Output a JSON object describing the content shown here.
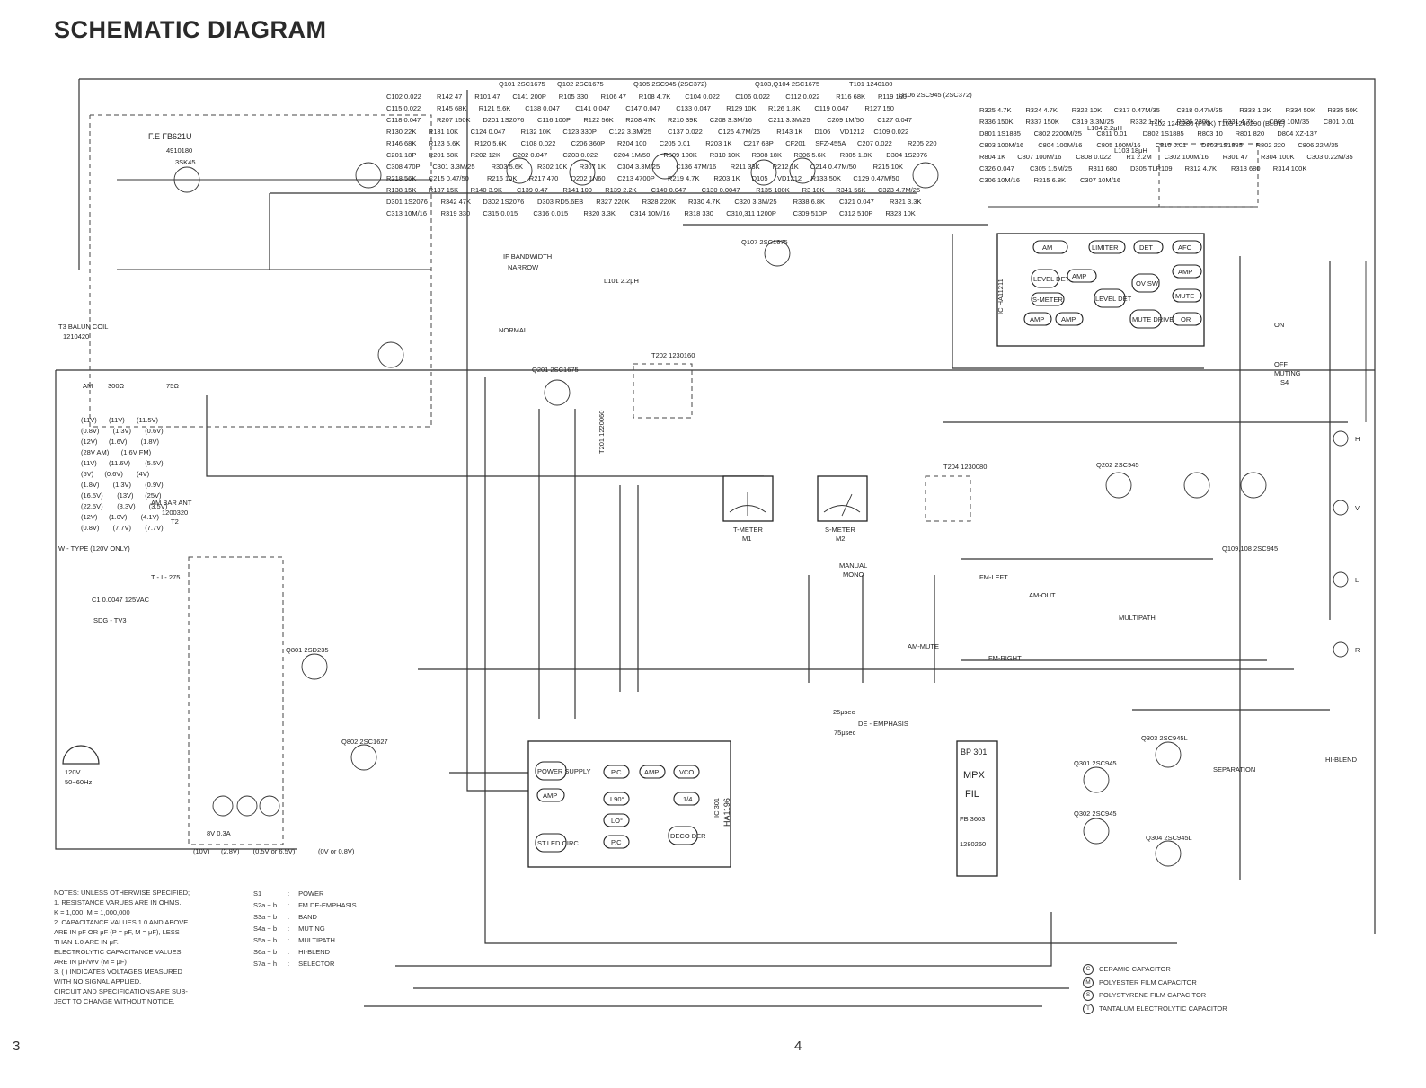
{
  "title": "SCHEMATIC DIAGRAM",
  "page_numbers": {
    "left": "3",
    "right": "4"
  },
  "sections": {
    "fe": [
      "F.E FB621U",
      "4910180",
      "3SK45"
    ],
    "balun": [
      "T3 BALUN COIL",
      "1210420"
    ],
    "antenna": [
      "AM",
      "300Ω",
      "75Ω"
    ],
    "am_bar": [
      "AM BAR ANT",
      "1200320",
      "T2"
    ],
    "power": [
      "W - TYPE (120V ONLY)",
      "T - I - 275",
      "120V",
      "50~60Hz",
      "SDG - TV3",
      "C1 0.0047 125VAC",
      "8V 0.3A"
    ],
    "if": [
      "IF BANDWIDTH",
      "NARROW",
      "NORMAL"
    ],
    "meters": [
      "T-METER",
      "M1",
      "S-METER",
      "M2",
      "MANUAL",
      "MONO",
      "AM-MUTE",
      "FM-LEFT",
      "AM-OUT",
      "FM-RIGHT",
      "MULTIPATH",
      "DE - EMPHASIS",
      "25μsec",
      "75μsec",
      "SEPARATION",
      "HI-BLEND",
      "MUTING",
      "S4",
      "OFF",
      "ON",
      "H",
      "V",
      "L",
      "R"
    ]
  },
  "blocks": {
    "ha11211": [
      "AM",
      "LIMITER",
      "DET",
      "AFC",
      "LEVEL DET",
      "AMP",
      "OV SW",
      "AMP",
      "S-METER",
      "LEVEL DET",
      "MUTE",
      "AMP",
      "AMP",
      "MUTE DRIVE",
      "OR"
    ],
    "ha11211_label": "IC HA11211",
    "ha1196": [
      "POWER SUPPLY",
      "AMP",
      "P.C",
      "AMP",
      "VCO",
      "L90°",
      "1/4",
      "LO°",
      "ST.LED CIRC",
      "P.C",
      "DECO DER"
    ],
    "ha1196_label": "HA1196",
    "ha1196_ic": "IC 301",
    "mpx": [
      "BP 301",
      "MPX",
      "FIL",
      "FB 3603",
      "1280260"
    ]
  },
  "transistors": [
    "Q101 2SC1675",
    "Q102 2SC1675",
    "Q105 2SC945 (2SC372)",
    "Q103,Q104 2SC1675",
    "T101 1240180",
    "Q106 2SC945 (2SC372)",
    "Q107 2SC1675",
    "Q201 2SC1675",
    "Q202 2SC945",
    "Q109,108 2SC945",
    "Q801 2SD235",
    "Q802 2SC1627",
    "Q301 2SC945",
    "Q302 2SC945",
    "Q303 2SC945L",
    "Q304 2SC945L"
  ],
  "coils": [
    "T102 1240280 (PINK)",
    "T103 1240290 (BLUE)",
    "T202 1230160",
    "T201 1220060",
    "T204 1230080",
    "L101 2.2μH",
    "L103 18μH",
    "L104 2.2μH"
  ],
  "components": [
    "C102 0.022",
    "R142 47",
    "R101 47",
    "C141 200P",
    "R105 330",
    "R106 47",
    "R108 4.7K",
    "C104 0.022",
    "C106 0.022",
    "C112 0.022",
    "R116 68K",
    "R119 100",
    "C115 0.022",
    "R145 68K",
    "R121 5.6K",
    "C138 0.047",
    "C141 0.047",
    "C147 0.047",
    "C133 0.047",
    "R129 10K",
    "R126 1.8K",
    "C119 0.047",
    "R127 150",
    "C118 0.047",
    "R207 150K",
    "D201 1S2076",
    "C116 100P",
    "R122 56K",
    "R208 47K",
    "R210 39K",
    "C208 3.3M/16",
    "C211 3.3M/25",
    "C209 1M/50",
    "C127 0.047",
    "R130 22K",
    "R131 10K",
    "C124 0.047",
    "R132 10K",
    "C123 330P",
    "C122 3.3M/25",
    "C137 0.022",
    "C126 4.7M/25",
    "R143 1K",
    "D106",
    "VD1212",
    "C109 0.022",
    "R146 68K",
    "R123 5.6K",
    "R120 5.6K",
    "C108 0.022",
    "C206 360P",
    "R204 100",
    "C205 0.01",
    "R203 1K",
    "C217 68P",
    "CF201",
    "SFZ-455A",
    "C207 0.022",
    "R205 220",
    "C201 18P",
    "R201 68K",
    "R202 12K",
    "C202 0.047",
    "C203 0.022",
    "C204 1M/50",
    "R309 100K",
    "R310 10K",
    "R308 18K",
    "R306 5.6K",
    "R305 1.8K",
    "D304 1S2076",
    "C308 470P",
    "C301 3.3M/25",
    "R303 5.6K",
    "R302 10K",
    "R307 1K",
    "C304 3.3M/25",
    "C136 47M/16",
    "R211 33K",
    "R212 1K",
    "C214 0.47M/50",
    "R215 10K",
    "R218 56K",
    "C215 0.47/50",
    "R216 10K",
    "R217 470",
    "D202 1N60",
    "C213 4700P",
    "R219 4.7K",
    "R203 1K",
    "D105",
    "VD1212",
    "R133 50K",
    "C129 0.47M/50",
    "R138 15K",
    "R137 15K",
    "R140 3.9K",
    "C139 0.47",
    "R141 100",
    "R139 2.2K",
    "C140 0.047",
    "C130 0.0047",
    "R135 100K",
    "R3 10K",
    "R341 56K",
    "C323 4.7M/25",
    "D301 1S2076",
    "R342 47K",
    "D302 1S2076",
    "D303 RD5.6EB",
    "R327 220K",
    "R328 220K",
    "R330 4.7K",
    "C320 3.3M/25",
    "R338 6.8K",
    "C321 0.047",
    "R321 3.3K",
    "C313 10M/16",
    "R319 330",
    "C315 0.015",
    "C316 0.015",
    "R320 3.3K",
    "C314 10M/16",
    "R318 330",
    "C310,311 1200P",
    "C309 510P",
    "C312 510P",
    "R323 10K",
    "R325 4.7K",
    "R324 4.7K",
    "R322 10K",
    "C317 0.47M/35",
    "C318 0.47M/35",
    "R333 1.2K",
    "R334 50K",
    "R335 50K",
    "R336 150K",
    "R337 150K",
    "C319 3.3M/25",
    "R332 1.2K",
    "R326 220K",
    "R331 4.7K",
    "C809 10M/35",
    "C801 0.01",
    "D801 1S1885",
    "C802 2200M/25",
    "C811 0.01",
    "D802 1S1885",
    "R803 10",
    "R801 820",
    "D804 XZ-137",
    "C803 100M/16",
    "C804 100M/16",
    "C805 100M/16",
    "C810 0.01",
    "D803 1S1885",
    "R802 220",
    "C806 22M/35",
    "R804 1K",
    "C807 100M/16",
    "C808 0.022",
    "R1 2.2M",
    "C302 100M/16",
    "R301 47",
    "R304 100K",
    "C303 0.22M/35",
    "C326 0.047",
    "C305 1.5M/25",
    "R311 680",
    "D305 TLR109",
    "R312 4.7K",
    "R313 680",
    "R314 100K",
    "C306 10M/16",
    "R315 6.8K",
    "C307 10M/16"
  ],
  "voltages": [
    "(11V)",
    "(11V)",
    "(11.5V)",
    "(0.8V)",
    "(1.3V)",
    "(0.6V)",
    "(12V)",
    "(1.6V)",
    "(1.8V)",
    "(28V AM)",
    "(1.6V FM)",
    "(11V)",
    "(11.6V)",
    "(5.5V)",
    "(5V)",
    "(0.6V)",
    "(4V)",
    "(1.8V)",
    "(1.3V)",
    "(0.9V)",
    "(16.5V)",
    "(13V)",
    "(25V)",
    "(22.5V)",
    "(8.3V)",
    "(3.5V)",
    "(12V)",
    "(1.0V)",
    "(4.1V)",
    "(0.8V)",
    "(7.7V)",
    "(7.7V)",
    "(10V)",
    "(2.8V)",
    "(0.5V or 6.5V)",
    "(0V or 0.8V)"
  ],
  "notes": {
    "heading": "NOTES:  UNLESS OTHERWISE SPECIFIED;",
    "items": [
      "1.  RESISTANCE VARUES ARE IN OHMS.",
      "     K = 1,000,  M = 1,000,000",
      "2.  CAPACITANCE VALUES 1.0 AND ABOVE",
      "     ARE IN pF OR μF (P = pF,  M = μF), LESS",
      "     THAN 1.0 ARE IN μF.",
      "     ELECTROLYTIC CAPACITANCE VALUES",
      "     ARE IN μF/WV (M = μF)",
      "3.  (   ) INDICATES VOLTAGES MEASURED",
      "     WITH NO SIGNAL APPLIED.",
      "CIRCUIT AND SPECIFICATIONS ARE SUB-",
      "JECT TO CHANGE WITHOUT NOTICE."
    ]
  },
  "switches": [
    {
      "key": "S1",
      "value": "POWER"
    },
    {
      "key": "S2a ~ b",
      "value": "FM DE-EMPHASIS"
    },
    {
      "key": "S3a ~ b",
      "value": "BAND"
    },
    {
      "key": "S4a ~ b",
      "value": "MUTING"
    },
    {
      "key": "S5a ~ b",
      "value": "MULTIPATH"
    },
    {
      "key": "S6a ~ b",
      "value": "HI-BLEND"
    },
    {
      "key": "S7a ~ h",
      "value": "SELECTOR"
    }
  ],
  "legend": [
    {
      "symbol": "C",
      "label": "CERAMIC CAPACITOR"
    },
    {
      "symbol": "M",
      "label": "POLYESTER FILM CAPACITOR"
    },
    {
      "symbol": "S",
      "label": "POLYSTYRENE FILM CAPACITOR"
    },
    {
      "symbol": "T",
      "label": "TANTALUM ELECTROLYTIC CAPACITOR"
    }
  ]
}
